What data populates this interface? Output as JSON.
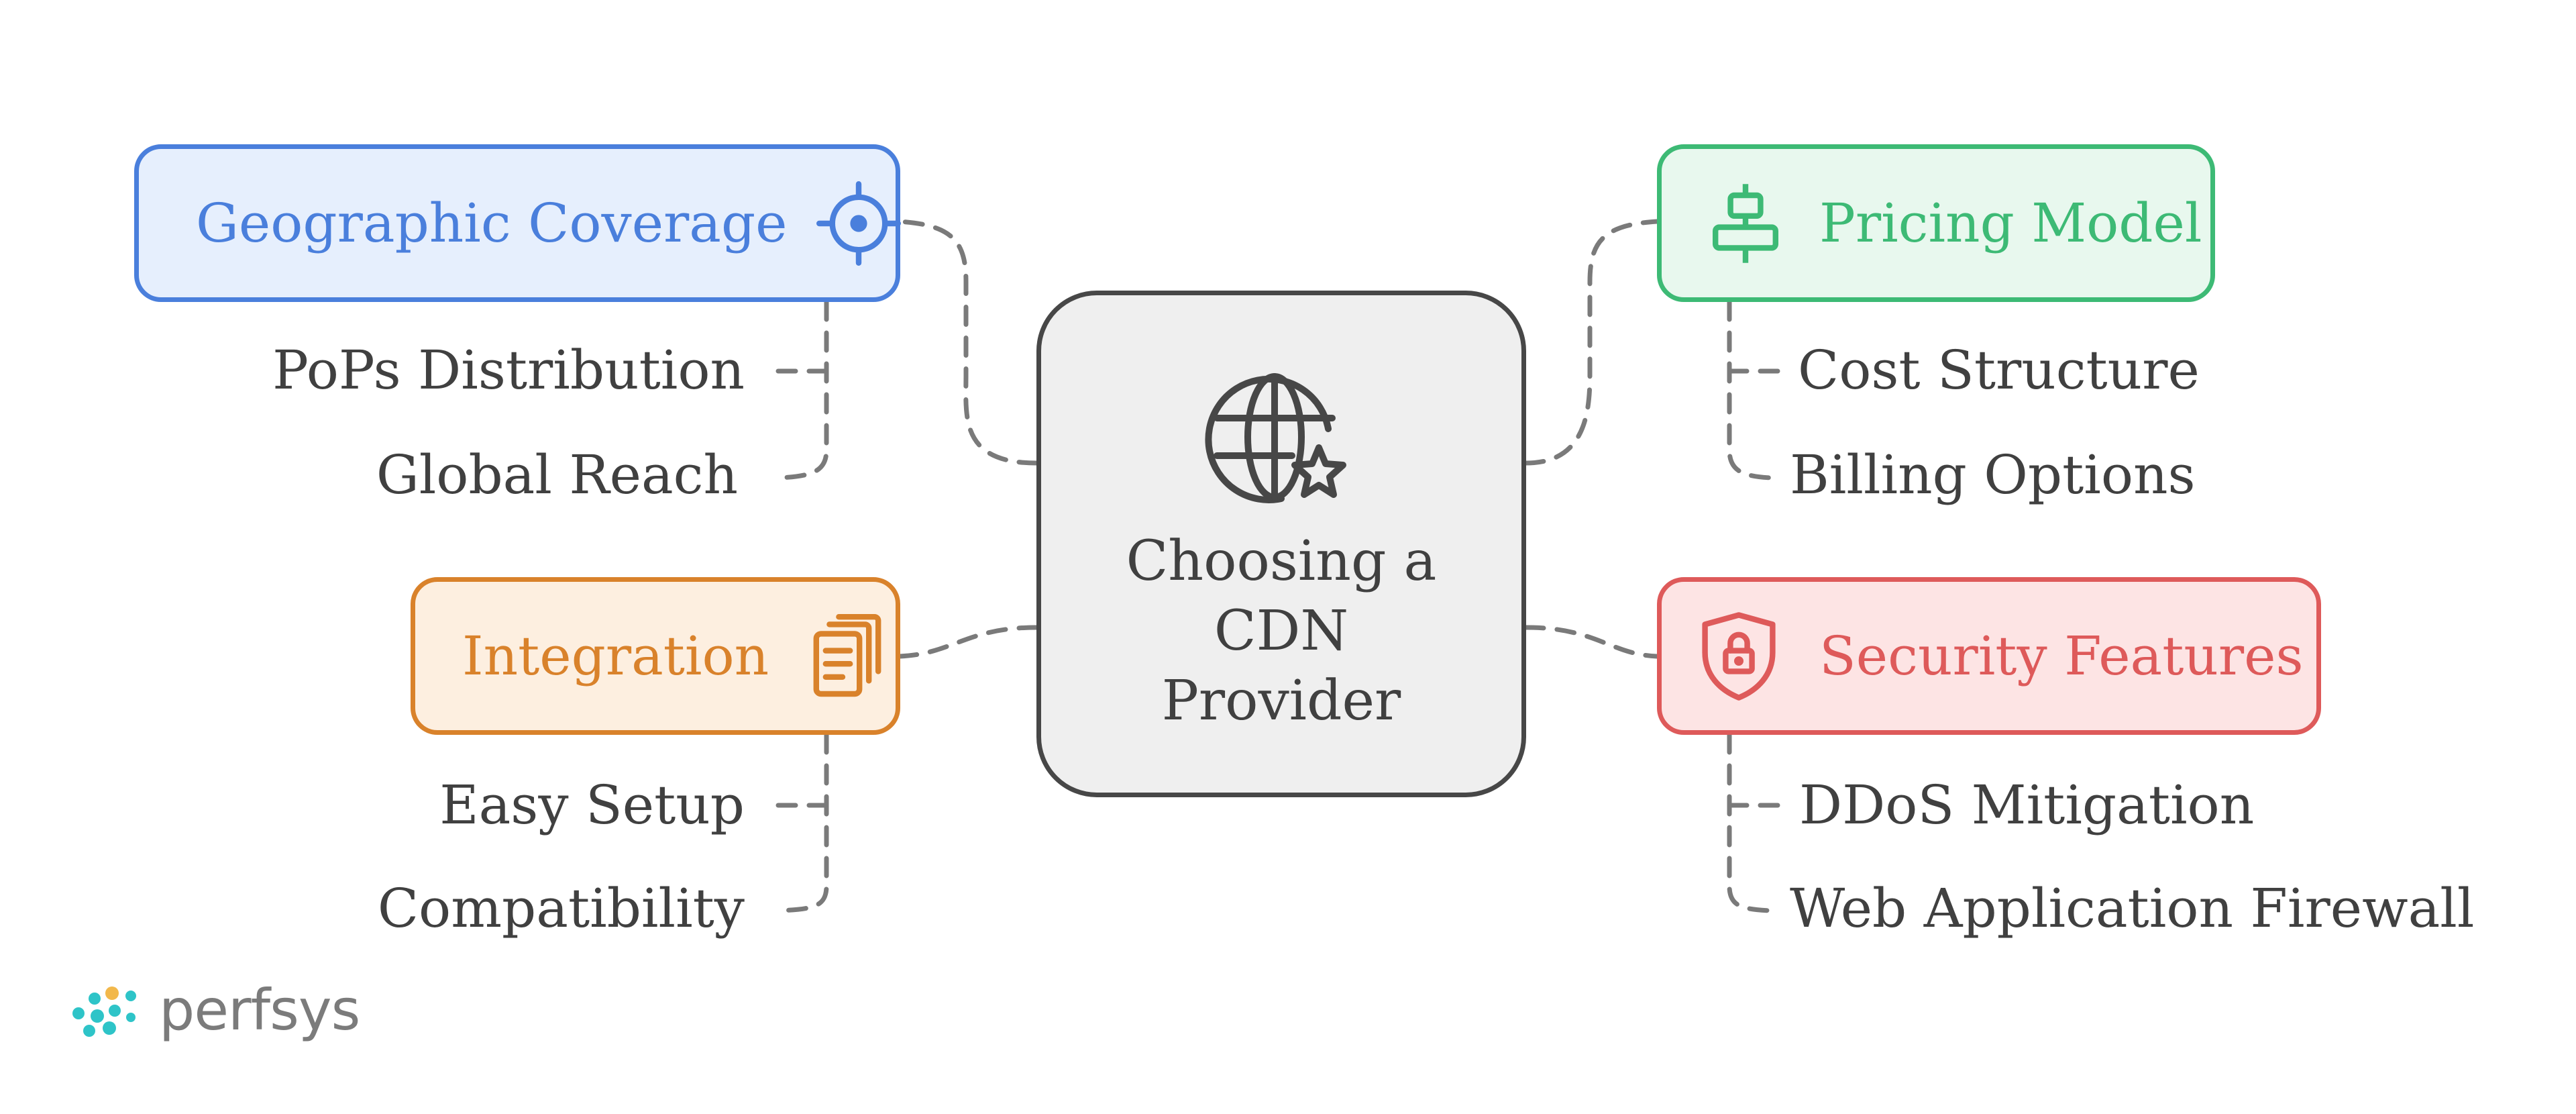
{
  "center": {
    "title": "Choosing a CDN Provider",
    "icon": "globe-star-icon"
  },
  "branches": {
    "geographic": {
      "title": "Geographic Coverage",
      "icon": "crosshair-icon",
      "color": "#4a7fdc",
      "fill": "#e6effd",
      "items": [
        "PoPs Distribution",
        "Global Reach"
      ]
    },
    "pricing": {
      "title": "Pricing Model",
      "icon": "align-center-icon",
      "color": "#3dba75",
      "fill": "#e8f8ee",
      "items": [
        "Cost Structure",
        "Billing Options"
      ]
    },
    "integration": {
      "title": "Integration",
      "icon": "documents-icon",
      "color": "#d9822b",
      "fill": "#fdefe0",
      "items": [
        "Easy Setup",
        "Compatibility"
      ]
    },
    "security": {
      "title": "Security Features",
      "icon": "shield-lock-icon",
      "color": "#de5a5a",
      "fill": "#fde4e4",
      "items": [
        "DDoS Mitigation",
        "Web Application Firewall"
      ]
    }
  },
  "logo": {
    "text": "perfsys",
    "icon": "dots-logo-icon"
  },
  "colors": {
    "connector": "#7a7a7a",
    "text": "#404040",
    "center_fill": "#efefef",
    "center_border": "#474747"
  }
}
